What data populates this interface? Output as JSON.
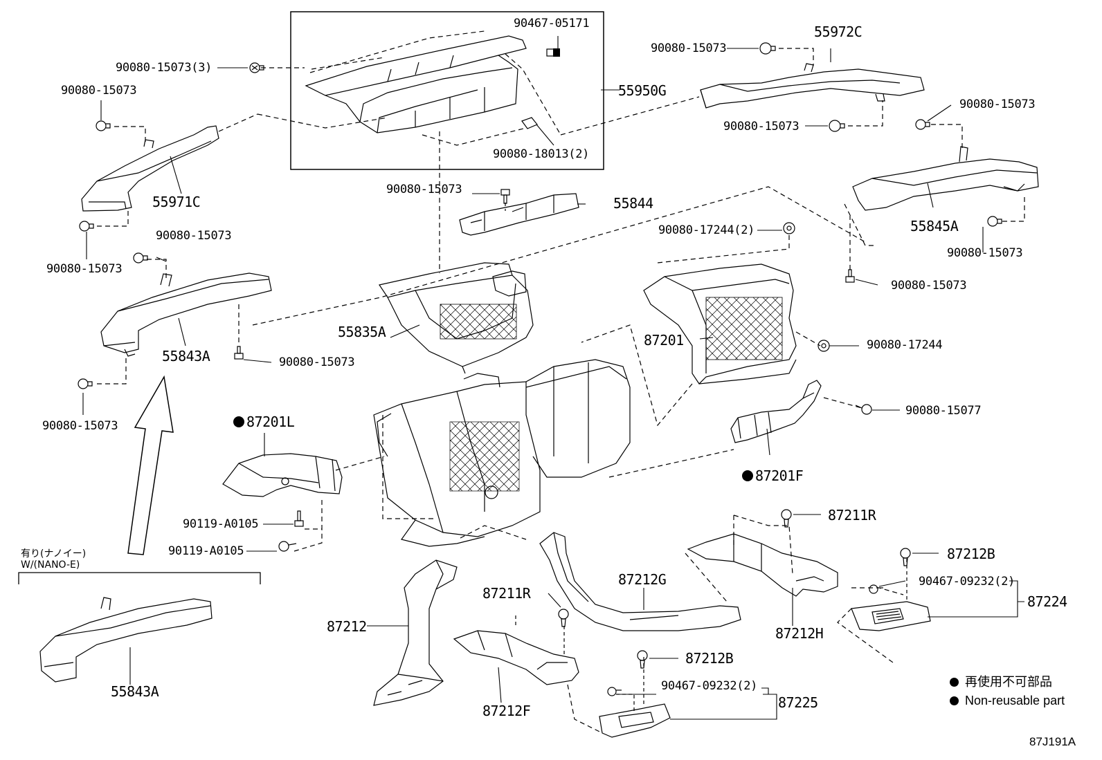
{
  "diagram_id": "87J191A",
  "labels": {
    "p_90467_05171": "90467-05171",
    "p_90080_15073_3": "90080-15073(3)",
    "p_55950G": "55950G",
    "p_90080_18013_2": "90080-18013(2)",
    "p_55972C": "55972C",
    "p_90080_15073_a": "90080-15073",
    "p_90080_15073_b": "90080-15073",
    "p_90080_15073_c": "90080-15073",
    "p_90080_15073_d": "90080-15073",
    "p_55971C": "55971C",
    "p_90080_15073_e": "90080-15073",
    "p_90080_15073_f": "90080-15073",
    "p_55844": "55844",
    "p_90080_15073_g": "90080-15073",
    "p_55845A": "55845A",
    "p_90080_15073_h": "90080-15073",
    "p_90080_17244_2": "90080-17244(2)",
    "p_90080_15073_i": "90080-15073",
    "p_55835A": "55835A",
    "p_55843A_top": "55843A",
    "p_90080_15073_j": "90080-15073",
    "p_87201": "87201",
    "p_90080_17244": "90080-17244",
    "p_90080_15073_k": "90080-15073",
    "p_87201L": "87201L",
    "p_90080_15077": "90080-15077",
    "p_87201F": "87201F",
    "p_90119_A0105_a": "90119-A0105",
    "p_90119_A0105_b": "90119-A0105",
    "p_87211R_a": "87211R",
    "p_87212B_a": "87212B",
    "p_87212G": "87212G",
    "p_90467_09232_a": "90467-09232(2)",
    "p_87224": "87224",
    "p_87211R_b": "87211R",
    "p_87212": "87212",
    "p_87212H": "87212H",
    "p_87212B_b": "87212B",
    "p_90467_09232_b": "90467-09232(2)",
    "p_87225": "87225",
    "p_87212F": "87212F",
    "p_55843A_bottom": "55843A"
  },
  "variant_note": {
    "jp": "有り(ナノイー)",
    "en": "W/(NANO-E)"
  },
  "legend": {
    "jp": "再使用不可部品",
    "en": "Non-reusable part"
  }
}
